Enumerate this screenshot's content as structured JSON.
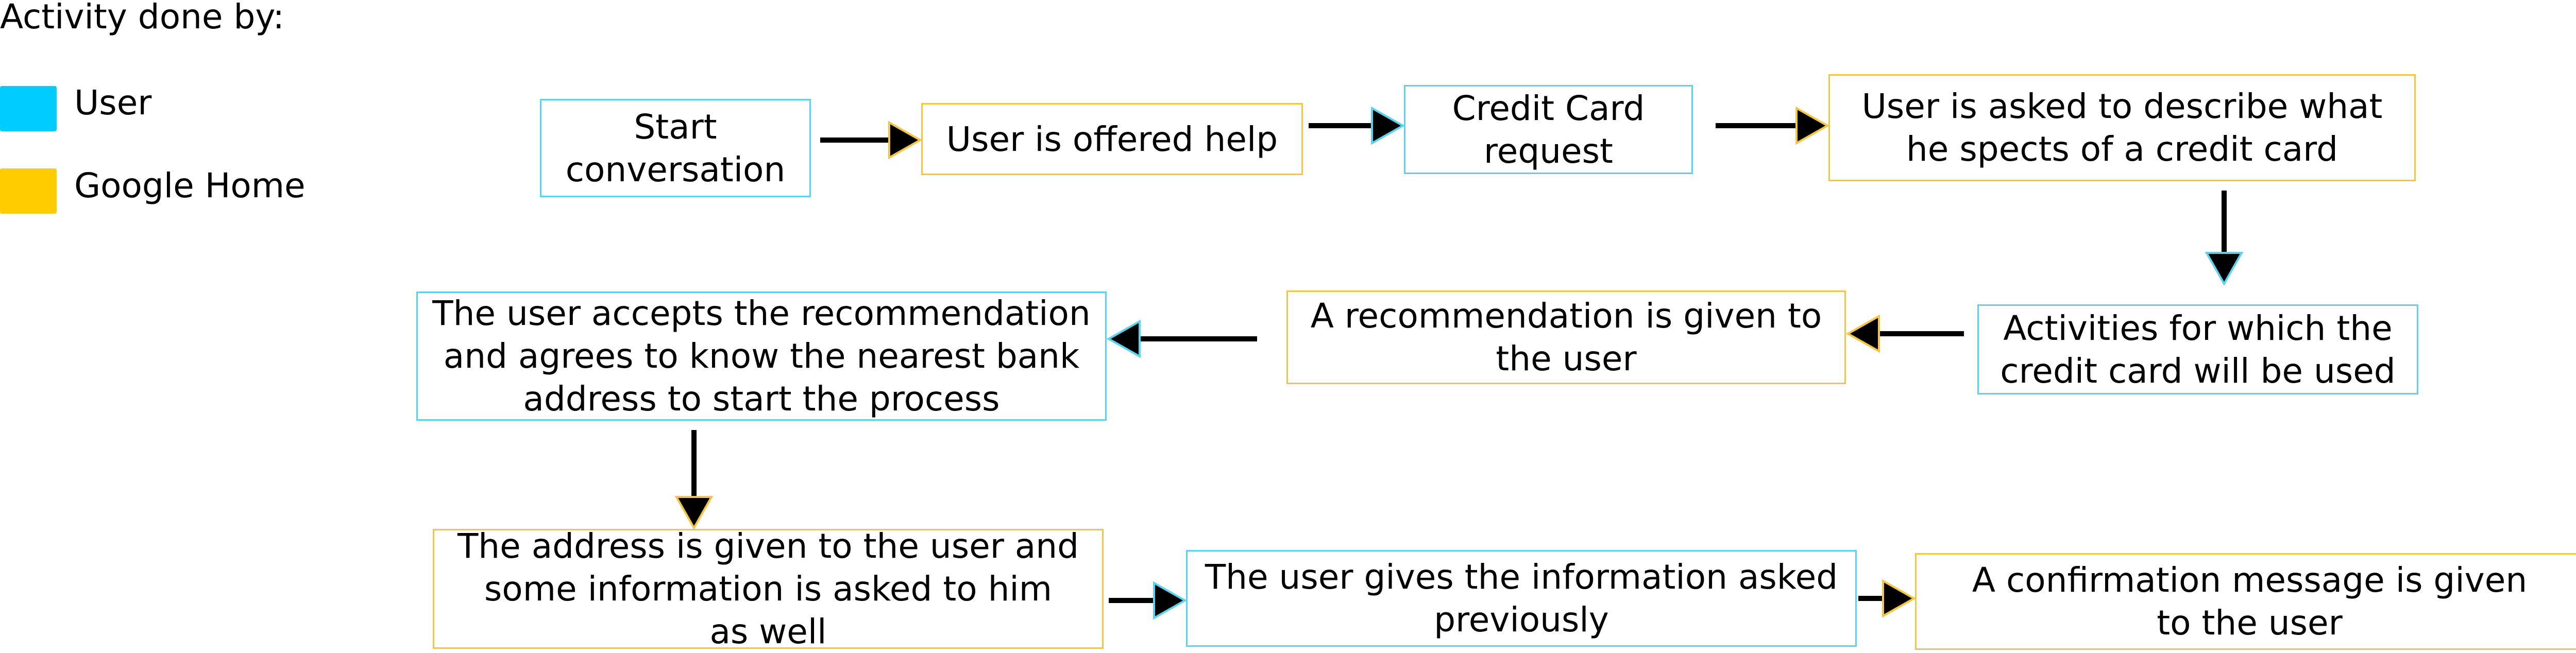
{
  "legend": {
    "title": "Activity done by:",
    "items": [
      {
        "label": "User",
        "color": "#00ccff"
      },
      {
        "label": "Google Home",
        "color": "#ffcc00"
      }
    ]
  },
  "colors": {
    "user_border": "#5bd3ef",
    "google_home_border": "#f4c542",
    "arrow_stroke": "#000000"
  },
  "nodes": [
    {
      "id": "start",
      "actor": "User",
      "text": "Start\nconversation"
    },
    {
      "id": "offered-help",
      "actor": "Google Home",
      "text": "User is offered help"
    },
    {
      "id": "cc-request",
      "actor": "User",
      "text": "Credit Card\nrequest"
    },
    {
      "id": "describe",
      "actor": "Google Home",
      "text": "User is asked to describe what\nhe spects of a credit card"
    },
    {
      "id": "activities",
      "actor": "User",
      "text": "Activities for which the\ncredit card will be used"
    },
    {
      "id": "recommendation",
      "actor": "Google Home",
      "text": "A recommendation is given to\nthe user"
    },
    {
      "id": "accepts",
      "actor": "User",
      "text": "The user accepts the recommendation\nand agrees to know the nearest bank\naddress to start the process"
    },
    {
      "id": "address",
      "actor": "Google Home",
      "text": "The address is given to the user and\nsome information is asked to him\nas well"
    },
    {
      "id": "gives-info",
      "actor": "User",
      "text": "The user gives the information asked\npreviously"
    },
    {
      "id": "confirmation",
      "actor": "Google Home",
      "text": "A confirmation message is given\nto the user"
    }
  ],
  "edges": [
    {
      "from": "start",
      "to": "offered-help"
    },
    {
      "from": "offered-help",
      "to": "cc-request"
    },
    {
      "from": "cc-request",
      "to": "describe"
    },
    {
      "from": "describe",
      "to": "activities"
    },
    {
      "from": "activities",
      "to": "recommendation"
    },
    {
      "from": "recommendation",
      "to": "accepts"
    },
    {
      "from": "accepts",
      "to": "address"
    },
    {
      "from": "address",
      "to": "gives-info"
    },
    {
      "from": "gives-info",
      "to": "confirmation"
    }
  ]
}
